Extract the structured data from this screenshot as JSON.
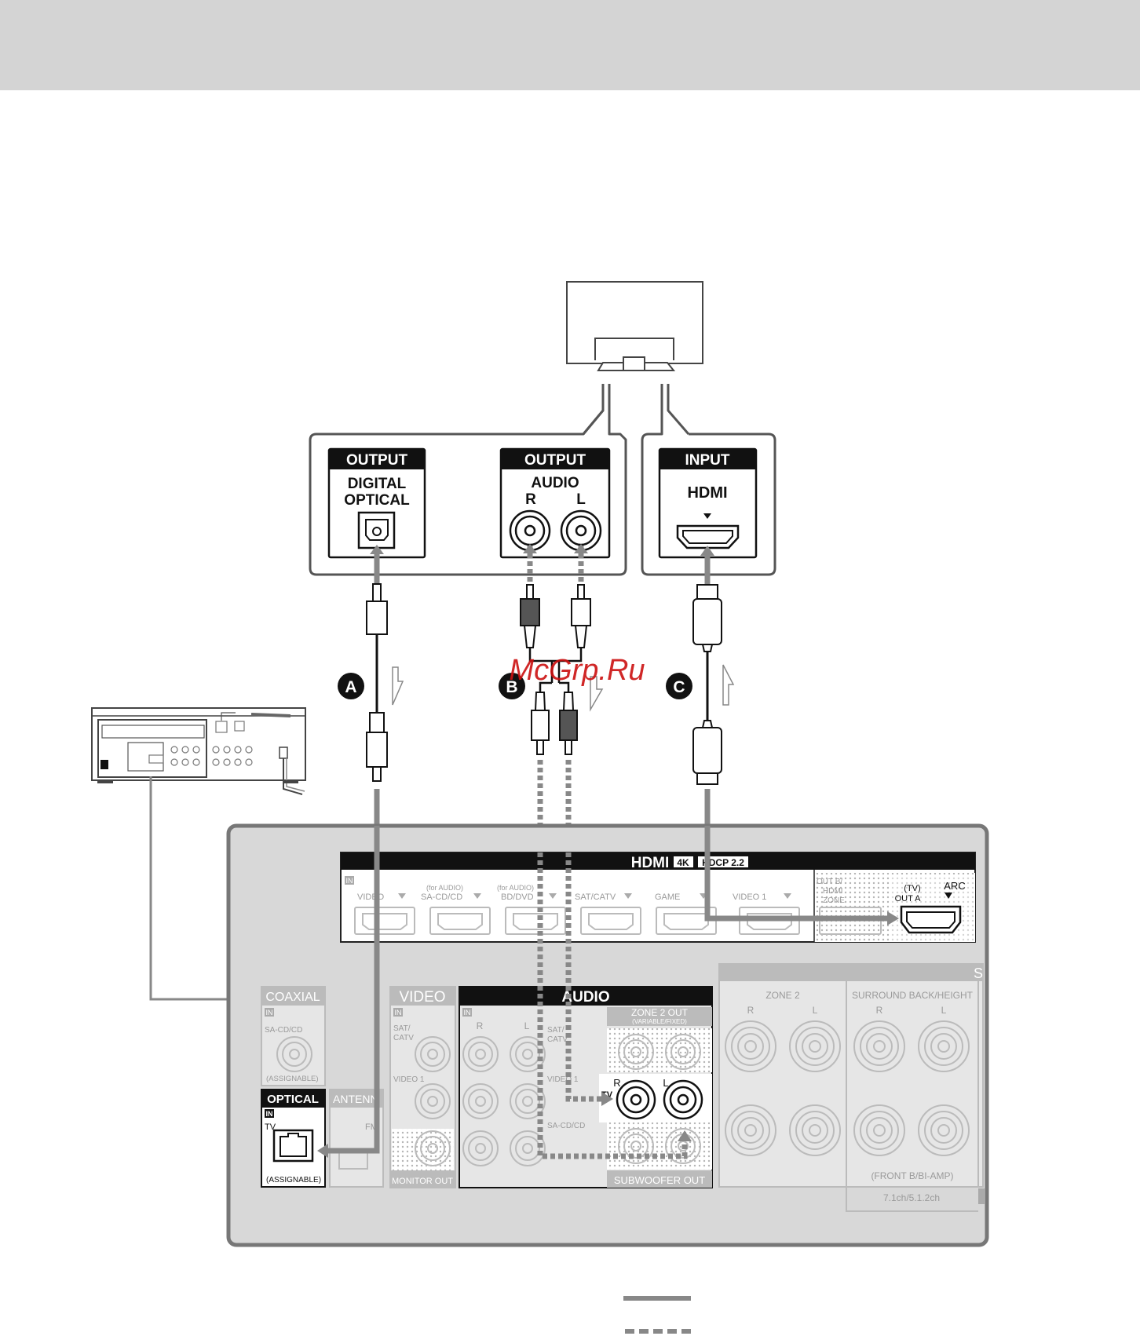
{
  "tv_panel": {
    "optical_header": "OUTPUT",
    "optical_line1": "DIGITAL",
    "optical_line2": "OPTICAL",
    "audio_header": "OUTPUT",
    "audio_label": "AUDIO",
    "audio_r": "R",
    "audio_l": "L",
    "hdmi_header": "INPUT",
    "hdmi_label": "HDMI"
  },
  "cables": {
    "a": "A",
    "b": "B",
    "c": "C"
  },
  "watermark": "McGrp.Ru",
  "receiver": {
    "hdmi_title": "HDMI",
    "badge_4k": "4K",
    "badge_hdcp": "HDCP 2.2",
    "in_tag": "IN",
    "hdmi_inputs": [
      "VIDEO",
      "SA-CD/CD",
      "BD/DVD",
      "SAT/CATV",
      "GAME",
      "VIDEO 1"
    ],
    "for_audio": "(for AUDIO)",
    "out_b_1": "OUT B/",
    "out_b_2": "HDMI",
    "out_b_3": "ZONE",
    "tv_label": "(TV)",
    "out_a": "OUT A",
    "arc": "ARC",
    "coaxial": "COAXIAL",
    "coax_source": "SA-CD/CD",
    "assignable": "(ASSIGNABLE)",
    "optical": "OPTICAL",
    "optical_tv": "TV",
    "antenna": "ANTENN",
    "fm": "FM",
    "video": "VIDEO",
    "video_sat_1": "SAT/",
    "video_sat_2": "CATV",
    "video_1": "VIDEO 1",
    "monitor_out": "MONITOR OUT",
    "audio": "AUDIO",
    "r": "R",
    "l": "L",
    "audio_sat_1": "SAT/",
    "audio_sat_2": "CATV",
    "audio_video1": "VIDEO 1",
    "audio_sacd": "SA-CD/CD",
    "zone2_out": "ZONE 2 OUT",
    "variable_fixed": "(VARIABLE/FIXED)",
    "tv_in": "TV",
    "subwoofer_out": "SUBWOOFER OUT",
    "zone2": "ZONE 2",
    "surround_back": "SURROUND BACK/HEIGHT",
    "front_b": "(FRONT B/BI-AMP)",
    "ch_config": "7.1ch/5.1.2ch",
    "s_letter": "S"
  }
}
